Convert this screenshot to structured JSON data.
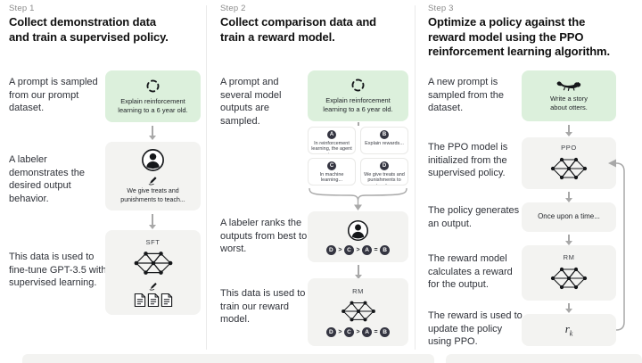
{
  "colors": {
    "green_box": "#dcf0dc",
    "gray_box": "#f3f3f1",
    "badge": "#343541",
    "arrow": "#a8a8a8",
    "title_text": "#101010",
    "caption_text": "#2e3138",
    "step_label_text": "#8c8c8c"
  },
  "steps": [
    {
      "step_label": "Step 1",
      "title": "Collect demonstration data and train a supervised policy.",
      "captions": [
        "A prompt is sampled from our prompt dataset.",
        "A labeler demonstrates the desired output behavior.",
        "This data is used to fine-tune GPT-3.5 with supervised learning."
      ],
      "prompt_box": {
        "icon": "sample-dashed-circle-icon",
        "text": "Explain reinforcement learning to a 6 year old."
      },
      "labeler_box": {
        "icons": [
          "person-icon",
          "pencil-icon"
        ],
        "text": "We give treats and punishments to teach..."
      },
      "model_box": {
        "label": "SFT",
        "icons": [
          "network-icon",
          "pencil-icon",
          "documents-icon"
        ]
      }
    },
    {
      "step_label": "Step 2",
      "title": "Collect comparison data and train a reward model.",
      "captions": [
        "A prompt and several model outputs are sampled.",
        "A labeler ranks the outputs from best to worst.",
        "This data is used to train our reward model."
      ],
      "prompt_box": {
        "icon": "sample-dashed-circle-icon",
        "text": "Explain reinforcement learning to a 6 year old."
      },
      "outputs": [
        {
          "badge": "A",
          "text": "In reinforcement learning, the agent is..."
        },
        {
          "badge": "B",
          "text": "Explain rewards..."
        },
        {
          "badge": "C",
          "text": "In machine learning..."
        },
        {
          "badge": "D",
          "text": "We give treats and punishments to teach..."
        }
      ],
      "ranking": {
        "items": [
          "D",
          "C",
          "A",
          "B"
        ],
        "separators": [
          ">",
          ">",
          "="
        ]
      },
      "model_box": {
        "label": "RM",
        "icons": [
          "network-icon"
        ]
      }
    },
    {
      "step_label": "Step 3",
      "title": "Optimize a policy against the reward model using the PPO reinforcement learning algorithm.",
      "captions": [
        "A new prompt is sampled from the dataset.",
        "The PPO model is initialized from the supervised policy.",
        "The policy generates an output.",
        "The reward model calculates a reward for the output.",
        "The reward is used to update the policy using PPO."
      ],
      "prompt_box": {
        "icon": "otter-icon",
        "text": "Write a story about otters."
      },
      "ppo_box": {
        "label": "PPO",
        "icons": [
          "network-icon"
        ]
      },
      "output_box": {
        "text": "Once upon a time..."
      },
      "rm_box": {
        "label": "RM",
        "icons": [
          "network-icon"
        ]
      },
      "reward_box": {
        "base": "r",
        "sub": "k"
      }
    }
  ]
}
